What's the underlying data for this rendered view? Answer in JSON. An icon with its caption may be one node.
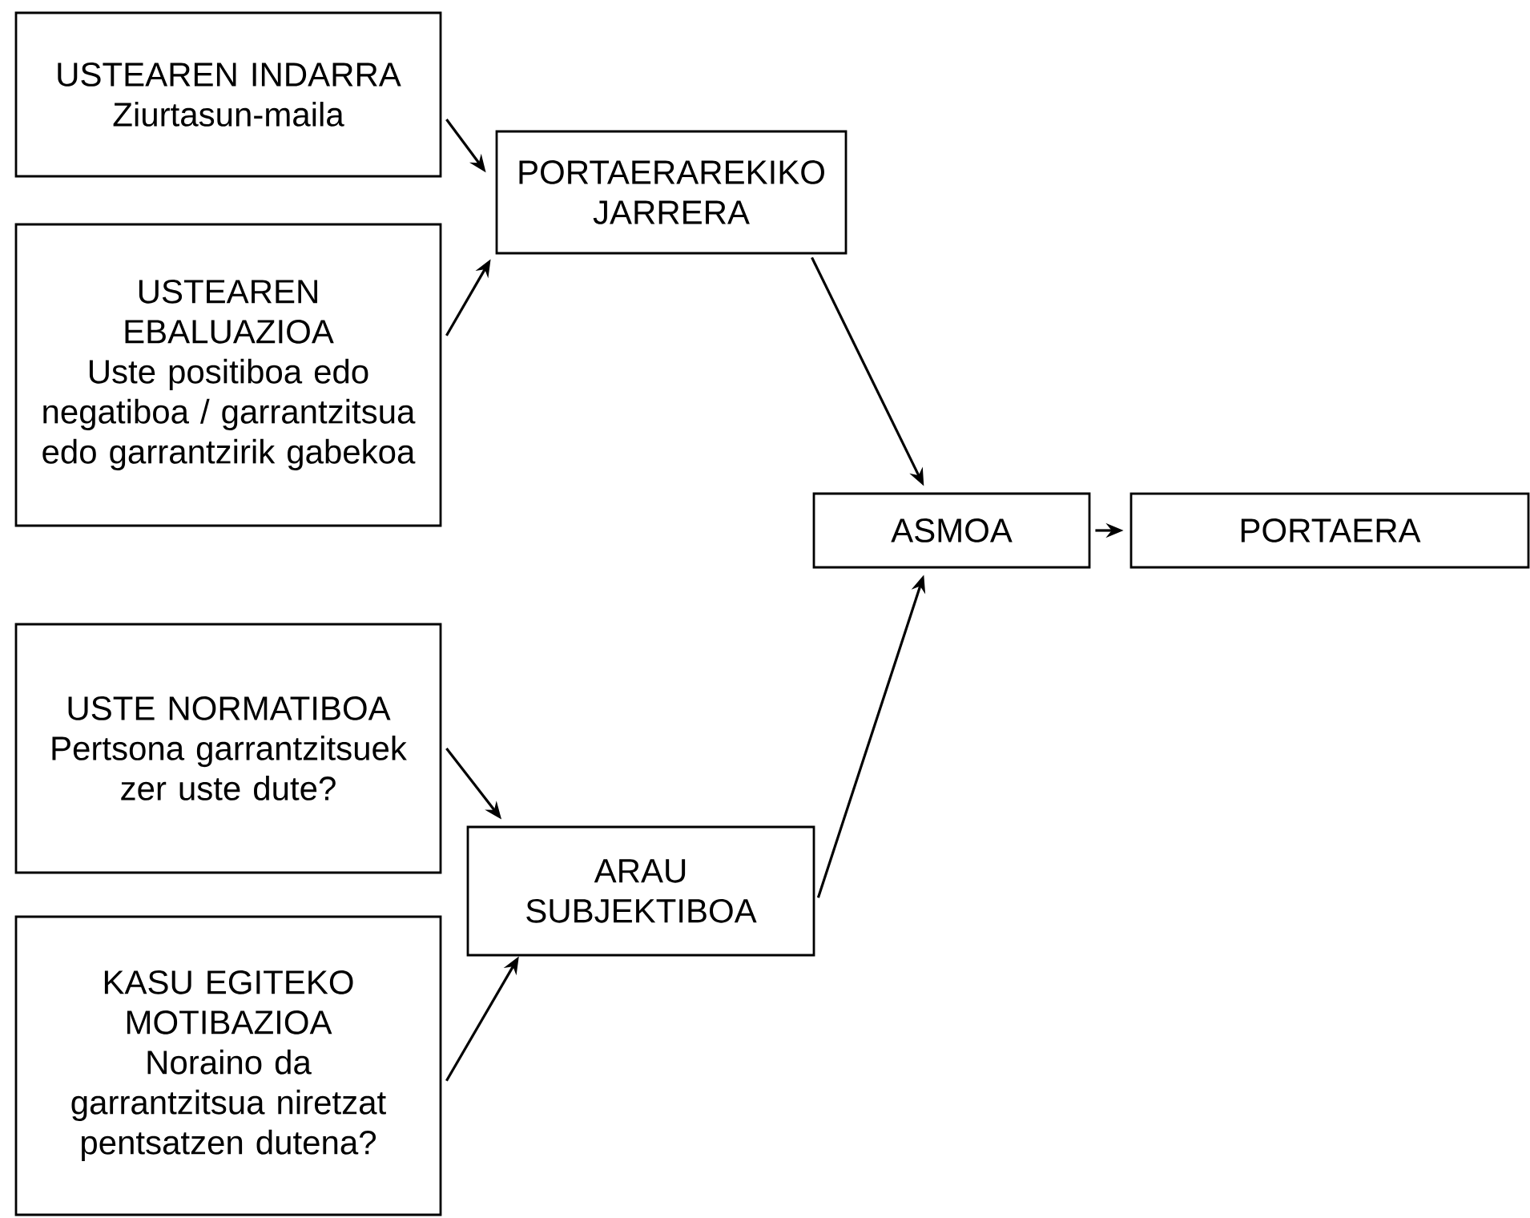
{
  "diagram": {
    "nodes": [
      {
        "text": [
          "USTEAREN INDARRA",
          "Ziurtasun-maila"
        ]
      },
      {
        "text": [
          "USTEAREN EBALUAZIOA",
          "Uste positiboa edo negatiboa / garrantzitsua edo garrantzirik gabekoa"
        ]
      },
      {
        "text": [
          "PORTAERAREKIKO JARRERA"
        ]
      },
      {
        "text": [
          "ASMOA"
        ]
      },
      {
        "text": [
          "PORTAERA"
        ]
      },
      {
        "text": [
          "USTE NORMATIBOA",
          "Pertsona garrantzitsuek zer uste dute?"
        ]
      },
      {
        "text": [
          "ARAU SUBJEKTIBOA"
        ]
      },
      {
        "text": [
          "KASU EGITEKO MOTIBAZIOA",
          "Noraino da garrantzitsua niretzat pentsatzen dutena?"
        ]
      }
    ],
    "edges": [
      {
        "from": 0,
        "to": 2,
        "arrow": "to"
      },
      {
        "from": 1,
        "to": 2,
        "arrow": "to"
      },
      {
        "from": 2,
        "to": 3,
        "arrow": "to"
      },
      {
        "from": 3,
        "to": 4,
        "arrow": "to"
      },
      {
        "from": 5,
        "to": 6,
        "arrow": "to"
      },
      {
        "from": 7,
        "to": 6,
        "arrow": "to"
      },
      {
        "from": 6,
        "to": 3,
        "arrow": "to"
      }
    ]
  }
}
